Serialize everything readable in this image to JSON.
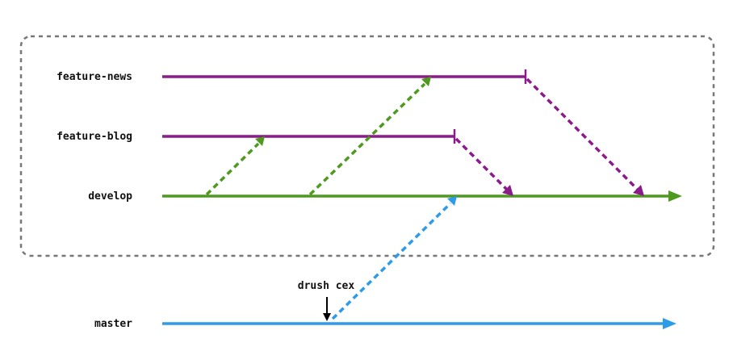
{
  "branches": {
    "feature_news": {
      "label": "feature-news",
      "color": "#8B1A8B"
    },
    "feature_blog": {
      "label": "feature-blog",
      "color": "#8B1A8B"
    },
    "develop": {
      "label": "develop",
      "color": "#4E9A1F"
    },
    "master": {
      "label": "master",
      "color": "#2E9BE8"
    }
  },
  "annotation": {
    "label": "drush cex",
    "color": "#000000"
  },
  "group_border_color": "#777777"
}
